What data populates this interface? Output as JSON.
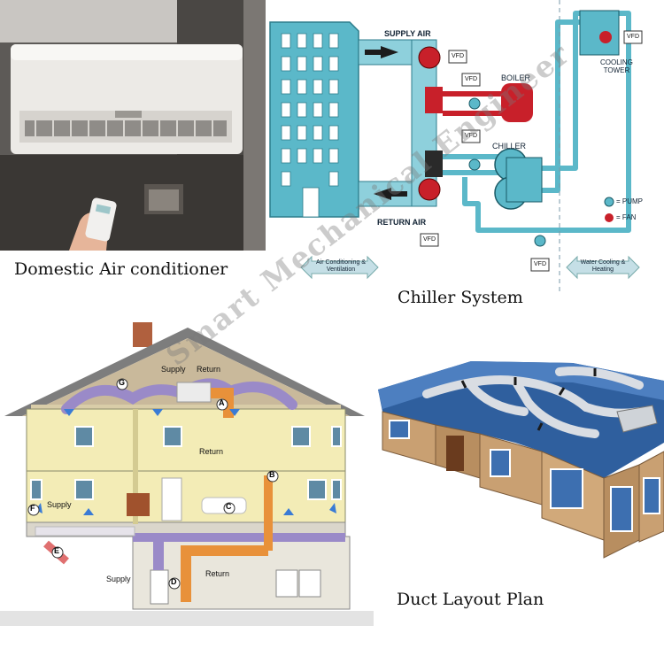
{
  "captions": {
    "domestic": "Domestic Air conditioner",
    "chiller": "Chiller System",
    "duct": "Duct Layout Plan"
  },
  "chiller_diagram": {
    "supply_air": "SUPPLY AIR",
    "return_air": "RETURN AIR",
    "boiler": "BOILER",
    "chiller": "CHILLER",
    "cooling_tower_1": "COOLING",
    "cooling_tower_2": "TOWER",
    "vfd": "VFD",
    "legend_pump": "= PUMP",
    "legend_fan": "= FAN",
    "zone_left_1": "Air Conditioning &",
    "zone_left_2": "Ventilation",
    "zone_right_1": "Water Cooling &",
    "zone_right_2": "Heating"
  },
  "house_diagram": {
    "supply_top": "Supply",
    "return_top": "Return",
    "return_mid": "Return",
    "supply_mid": "Supply",
    "supply_basement": "Supply",
    "return_basement": "Return",
    "markers": [
      "A",
      "B",
      "C",
      "D",
      "E",
      "F",
      "G"
    ]
  },
  "watermark": "Smart Mechanical Engineer",
  "colors": {
    "building": "#5bb8c9",
    "duct_blue": "#8ed0dc",
    "return_red": "#c8202a",
    "house_purple": "#9a8ac8",
    "house_orange": "#e8913a",
    "roof_blue": "#2f5f9e",
    "wall_tan": "#c9a072"
  }
}
